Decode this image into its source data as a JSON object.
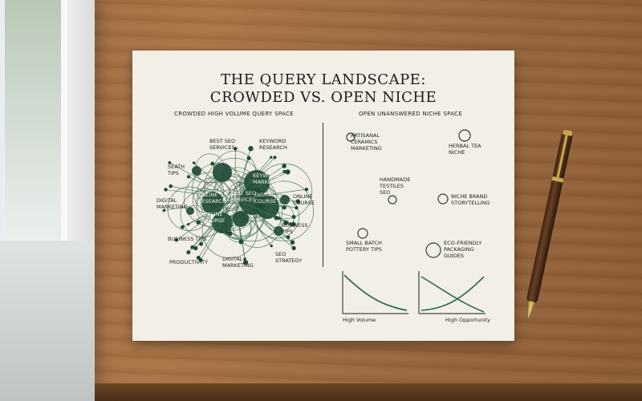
{
  "poster": {
    "title_line1": "THE QUERY LANDSCAPE:",
    "title_line2": "CROWDED VS. OPEN NICHE",
    "left_heading": "CROWDED HIGH VOLUME QUERY SPACE",
    "right_heading": "OPEN UNANSWERED NICHE SPACE",
    "crowded_labels": [
      {
        "lines": [
          "BEST SEO",
          "SERVICES"
        ]
      },
      {
        "lines": [
          "KEYWORD",
          "RESEARCH"
        ]
      },
      {
        "lines": [
          "SEATH",
          "TIPS"
        ]
      },
      {
        "lines": [
          "KEYWORD",
          "MARKETING"
        ]
      },
      {
        "lines": [
          "ONLINE",
          "RESEARCH"
        ]
      },
      {
        "lines": [
          "BEST SEO",
          "SERVICES"
        ]
      },
      {
        "lines": [
          "DIGITAL",
          "COURSE"
        ]
      },
      {
        "lines": [
          "ONLINE",
          "COURSE"
        ]
      },
      {
        "lines": [
          "DIGITAL",
          "MARKETING"
        ]
      },
      {
        "lines": [
          "ONLINE",
          "COURSE"
        ]
      },
      {
        "lines": [
          "BUSINESS",
          "TIPS"
        ]
      },
      {
        "lines": [
          "BUSINESS TIPS"
        ]
      },
      {
        "lines": [
          "PRODUCTIVITY"
        ]
      },
      {
        "lines": [
          "DIGITAL",
          "MARKETING"
        ]
      },
      {
        "lines": [
          "SEO",
          "STRATEGY"
        ]
      }
    ],
    "niches": [
      {
        "lines": [
          "ARTISANAL",
          "CERAMICS",
          "MARKETING"
        ]
      },
      {
        "lines": [
          "HERBAL TEA",
          "NICHE"
        ]
      },
      {
        "lines": [
          "HANDMADE",
          "TESTILES",
          "SEO"
        ]
      },
      {
        "lines": [
          "NICHE BRAND",
          "STORYTELLING"
        ]
      },
      {
        "lines": [
          "SMALL BATCH",
          "POTTERY TIPS"
        ]
      },
      {
        "lines": [
          "ECO-FRIENDLY",
          "PACKAGING",
          "GUIDES"
        ]
      }
    ],
    "mini_chart_labels": {
      "left": "High Volume",
      "right": "High Opportunity"
    }
  },
  "colors": {
    "ink": "#1e1e1e",
    "green_dark": "#1f4a35",
    "green_mid": "#2f6b4c",
    "paper": "#f2efe6"
  }
}
